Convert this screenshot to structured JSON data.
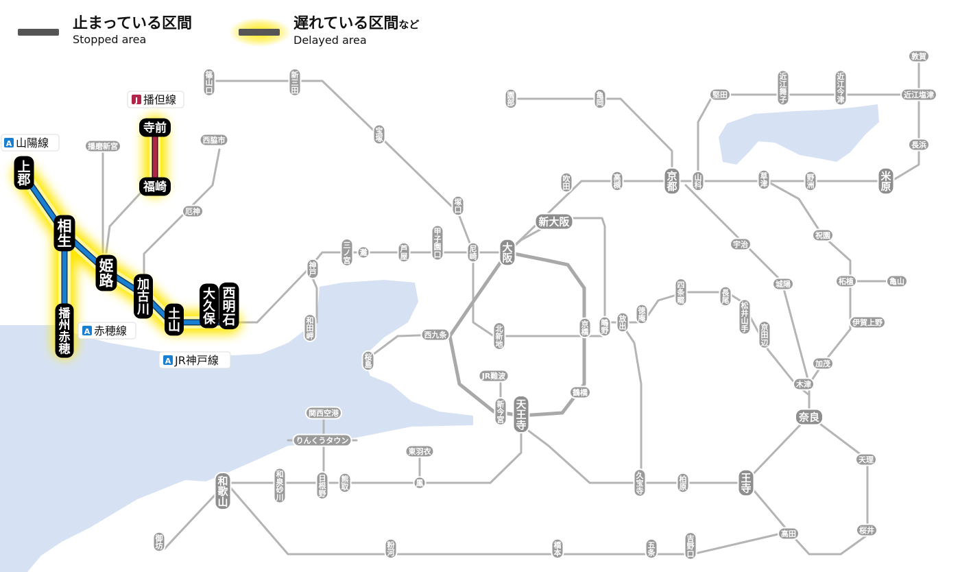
{
  "legend": {
    "stopped": {
      "ja": "止まっている区間",
      "en": "Stopped area"
    },
    "delayed": {
      "ja": "遅れている区間",
      "ja_suffix": "など",
      "en": "Delayed area"
    }
  },
  "lines": {
    "sanyo": {
      "badge": "A",
      "name": "山陽線"
    },
    "ako": {
      "badge": "A",
      "name": "赤穂線"
    },
    "kobe": {
      "badge": "A",
      "name": "JR神戸線"
    },
    "bantan": {
      "badge": "J",
      "name": "播但線"
    }
  },
  "highlighted_stations": {
    "kamigori": "上郡",
    "aioi": "相生",
    "harima_ako": "播州赤穂",
    "himeji": "姫路",
    "kakogawa": "加古川",
    "tsuchiyama": "土山",
    "okubo": "大久保",
    "nishi_akashi": "西明石",
    "teramae": "寺前",
    "fukusaki": "福崎"
  },
  "stations": {
    "sasayamaguchi": "篠山口",
    "shin_sanda": "新三田",
    "takarazuka": "宝塚",
    "sonobe": "園部",
    "kameoka": "亀岡",
    "katata": "堅田",
    "omi_maiko": "近江舞子",
    "omi_imazu": "近江今津",
    "tsuruga": "敦賀",
    "omi_shiotsu": "近江塩津",
    "nagahama": "長浜",
    "harima_shingu": "播磨新宮",
    "nishiwakishi": "西脇市",
    "yakujin": "厄神",
    "suita": "吹田",
    "takatsuki": "高槻",
    "kyoto": "京都",
    "yamashina": "山科",
    "kusatsu": "草津",
    "yasu": "野洲",
    "maibara": "米原",
    "tsukaguchi": "塚口",
    "shin_osaka": "新大阪",
    "sannomiya": "三ノ宮",
    "nada": "灘",
    "ashiya": "芦屋",
    "koshienguchi": "甲子園口",
    "amagasaki": "尼崎",
    "osaka": "大阪",
    "kobe": "神戸",
    "uji": "宇治",
    "kizugawadai": "祝園",
    "jojo": "城陽",
    "iga_ueno": "伊賀上野",
    "tsuge": "柘植",
    "kameyama": "亀山",
    "wadamisaki": "和田岬",
    "nishikujo": "西九条",
    "kitashinchi": "北新地",
    "kyobashi": "京橋",
    "shigino": "鴫野",
    "hanaten": "放出",
    "tokuan": "徳庵",
    "shijonawate": "四条畷",
    "nagao": "長尾",
    "matsuiyamate": "松井山手",
    "kyotanabe": "京田辺",
    "kamo": "加茂",
    "kizu": "木津",
    "sakurajima": "桜島",
    "jr_namba": "JR難波",
    "shin_imamiya": "新今宮",
    "tennoji": "天王寺",
    "tsuruhashi": "鶴橋",
    "nara": "奈良",
    "kansai_airport": "関西空港",
    "rinku_town": "りんくうタウン",
    "higashi_hagoromo": "東羽衣",
    "otori": "鳳",
    "izumisunagawa": "和泉砂川",
    "hineno": "日根野",
    "kumatori": "熊取",
    "wakayama": "和歌山",
    "kyuhoji": "久宝寺",
    "kashiwara": "柏原",
    "oji": "王寺",
    "tenri": "天理",
    "gobo": "御坊",
    "kokawa": "粉河",
    "hashimoto": "橋本",
    "gojo": "五条",
    "yoshinoguchi": "吉野口",
    "takada": "高田",
    "sakurai": "桜井"
  },
  "colors": {
    "track": "#b4b4b4",
    "loop": "#a9a9a9",
    "sanyo_line": "#1a7fd0",
    "bantan_line": "#b0264a",
    "delay_glow": "#ffe600",
    "water": "#d6e2f3",
    "station_label_bg": "#9a9a9a",
    "highlight_station_bg": "#000000"
  }
}
